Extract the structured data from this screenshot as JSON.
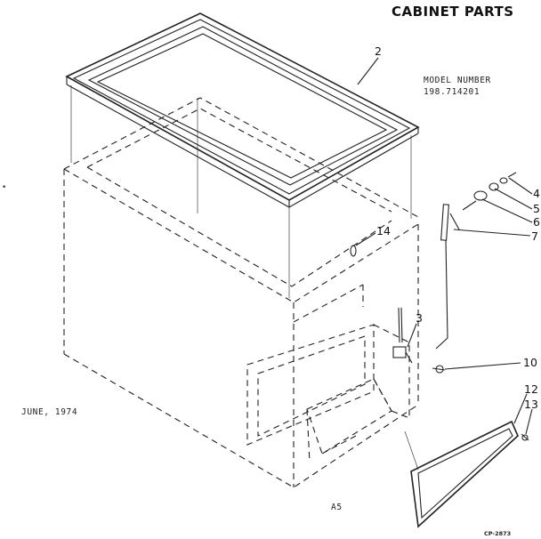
{
  "header": {
    "title": "CABINET PARTS",
    "model_label": "MODEL NUMBER",
    "model_number": "198.714201"
  },
  "footer": {
    "date": "JUNE, 1974",
    "page_code": "A5",
    "drawing_code": "CP-2873"
  },
  "stray_mark": "•",
  "callouts": {
    "lid_frame": "2",
    "screw_4": "4",
    "washer_5": "5",
    "bracket_6": "6",
    "hinge_rod_7": "7",
    "plug_14": "14",
    "clip_3": "3",
    "screw_10": "10",
    "panel_12": "12",
    "screw_13": "13"
  }
}
